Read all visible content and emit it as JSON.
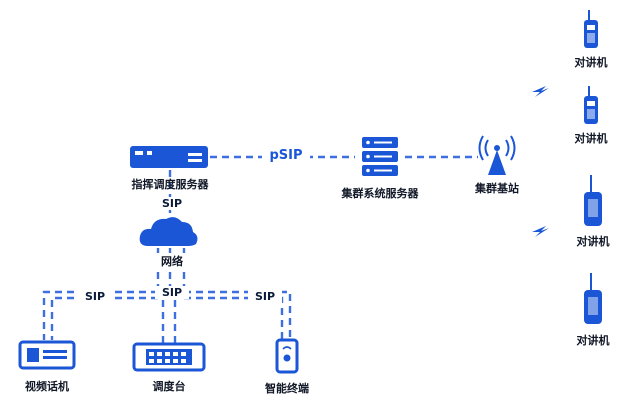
{
  "colors": {
    "primary": "#1a56d6",
    "line": "#3d6fe0",
    "text": "#111827",
    "bg": "#ffffff"
  },
  "nodes": {
    "dispatch_server": {
      "label": "指挥调度服务器",
      "icon": "rack-server-icon"
    },
    "cluster_server": {
      "label": "集群系统服务器",
      "icon": "server-stack-icon"
    },
    "base_station": {
      "label": "集群基站",
      "icon": "antenna-tower-icon"
    },
    "network": {
      "label": "网络",
      "icon": "cloud-icon"
    },
    "video_phone": {
      "label": "视频话机",
      "icon": "video-phone-icon"
    },
    "console": {
      "label": "调度台",
      "icon": "dispatch-console-icon"
    },
    "smart_terminal": {
      "label": "智能终端",
      "icon": "smartphone-icon"
    }
  },
  "radios": [
    {
      "label": "对讲机",
      "icon": "walkie-talkie-icon"
    },
    {
      "label": "对讲机",
      "icon": "walkie-talkie-icon"
    },
    {
      "label": "对讲机",
      "icon": "walkie-talkie-icon"
    },
    {
      "label": "对讲机",
      "icon": "walkie-talkie-icon"
    }
  ],
  "links": {
    "psip": "pSIP",
    "sip_top": "SIP",
    "sip_left": "SIP",
    "sip_mid": "SIP",
    "sip_right": "SIP"
  }
}
